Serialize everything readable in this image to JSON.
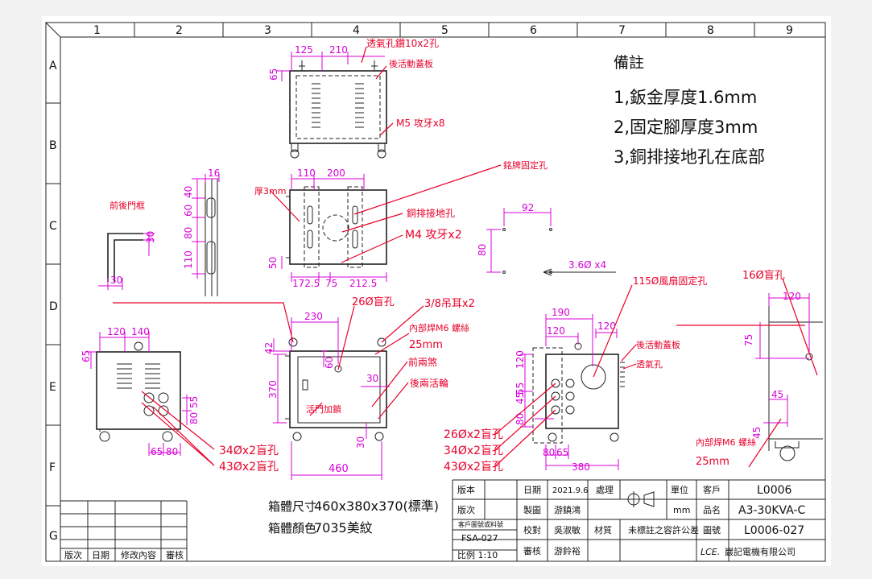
{
  "border": {
    "col_labels": [
      "1",
      "2",
      "3",
      "4",
      "5",
      "6",
      "7",
      "8",
      "9"
    ],
    "row_labels": [
      "A",
      "B",
      "C",
      "D",
      "E",
      "F",
      "G"
    ]
  },
  "notes": {
    "heading": "備註",
    "items": [
      "1,鈑金厚度1.6mm",
      "2,固定腳厚度3mm",
      "3,銅排接地孔在底部"
    ]
  },
  "labels": {
    "top_vent": "透氣孔鑽10x2孔",
    "rear_cover": "後活動蓋板",
    "m5_tap": "M5 攻牙x8",
    "nameplate_holes": "銘牌固定孔",
    "thick_3mm": "厚3mm",
    "copper_ground": "銅排接地孔",
    "m4_tap": "M4 攻牙x2",
    "front_rear_frame": "前後門框",
    "hole_26_top": "26Ø盲孔",
    "hoist_ring": "3/8吊耳x2",
    "inner_nut_m6": "內部焊M6 螺絲",
    "depth_25mm": "25mm",
    "front_brake": "前兩煞",
    "rear_caster": "後兩活輪",
    "live_door": "活門加鎖",
    "fan_mount": "115Ø風扇固定孔",
    "rear_cover_2": "後活動蓋板",
    "vent_2": "透氣孔",
    "hole_16": "16Ø盲孔",
    "inner_nut_m6_2": "內部焊M6 螺絲",
    "depth_25mm_2": "25mm",
    "holes_34_left": "34Øx2盲孔",
    "holes_43_left": "43Øx2盲孔",
    "holes_26_right": "26Øx2盲孔",
    "holes_34_right": "34Øx2盲孔",
    "holes_43_right": "43Øx2盲孔",
    "hole_3_6": "3.6Ø x4"
  },
  "dims": {
    "d125": "125",
    "d210": "210",
    "d65a": "65",
    "d16": "16",
    "d40": "40",
    "d60": "60",
    "d80a": "80",
    "d110a": "110",
    "d30a": "30",
    "d30b": "30",
    "d110b": "110",
    "d200": "200",
    "d50": "50",
    "d172": "172.5",
    "d75": "75",
    "d212": "212.5",
    "d92": "92",
    "d80b": "80",
    "d120a": "120",
    "d140": "140",
    "d65b": "65",
    "d55a": "55",
    "d80c": "80",
    "d65c": "65",
    "d80d": "80",
    "d230": "230",
    "d42": "42",
    "d60b": "60",
    "d370": "370",
    "d30c": "30",
    "d30d": "30",
    "d460": "460",
    "d190": "190",
    "d120b": "120",
    "d120c": "120",
    "d120d": "120",
    "d55b": "55",
    "d45a": "45",
    "d80e": "80",
    "d80f": "80",
    "d65d": "65",
    "d380": "380",
    "d120e": "120",
    "d75b": "75",
    "d45b": "45",
    "d45c": "45"
  },
  "spec": {
    "size_label": "箱體尺寸",
    "size_value": "460x380x370(標準)",
    "color_label": "箱體顏色",
    "color_value": "7035美紋"
  },
  "revision_table": {
    "headers": [
      "版次",
      "日期",
      "修改內容",
      "審核"
    ]
  },
  "title_block": {
    "r1": [
      "版本",
      "",
      "日期",
      "2021.9.6",
      "處理",
      "",
      "單位",
      "客戶",
      "L0006"
    ],
    "r2": [
      "版次",
      "",
      "製圖",
      "游鎮鴻",
      "",
      "",
      "mm",
      "品名",
      "A3-30KVA-C"
    ],
    "customer_drawing_no_label": "客戶圖號或料號",
    "customer_drawing_no": "FSA-027",
    "scale": "比例 1:10",
    "check_label": "校對",
    "check_name": "吳淑敏",
    "material_label": "材質",
    "tolerance": "未標註之容許公差",
    "drawing_no_label": "圖號",
    "drawing_no": "L0006-027",
    "review_label": "審核",
    "review_name": "游鈴裕",
    "company_mark": "LCE.",
    "company": "巖記電機有限公司"
  }
}
